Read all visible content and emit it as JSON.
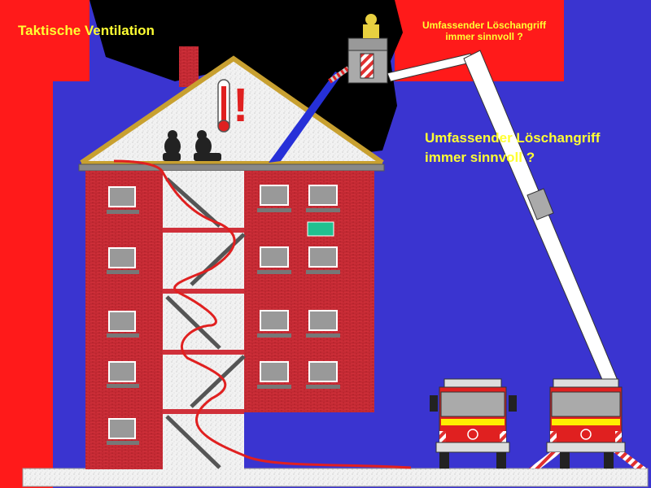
{
  "slide": {
    "title": "Taktische Ventilation",
    "callout_small": "Umfassender Löschangriff\nimmer sinnvoll ?",
    "callout_large": "Umfassender Löschangriff\nimmer sinnvoll ?",
    "warning_mark": "!"
  },
  "colors": {
    "background": "#3a34d0",
    "frame_red": "#ff1a1a",
    "smoke": "#000000",
    "brick": "#d0303a",
    "roof_fill": "#f0f0f0",
    "text_accent": "#ffff33",
    "ground": "#e8e8e8"
  }
}
